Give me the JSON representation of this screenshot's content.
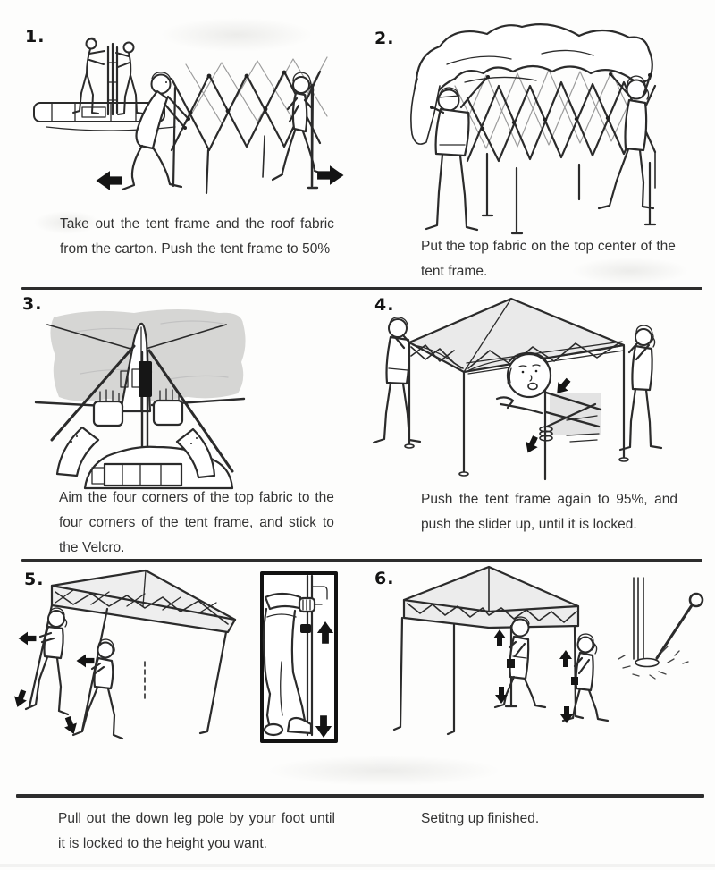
{
  "page": {
    "background": "#fdfdfc",
    "ink_color": "#2b2b2b",
    "divider_color": "#2d2d2d",
    "caption_color": "#333333"
  },
  "steps": [
    {
      "number": "1.",
      "caption_lines": [
        "Take out the tent frame and the roof fabric",
        "from the carton. Push the tent frame to 50%"
      ],
      "illustration": "two-people-pulling-open-folded-scissor-frame-beside-carton"
    },
    {
      "number": "2.",
      "caption_lines": [
        "Put the top fabric on the top center of the",
        "tent frame."
      ],
      "illustration": "two-people-draping-roof-fabric-over-frame"
    },
    {
      "number": "3.",
      "caption_lines": [
        "Aim the four corners of the top fabric to the",
        "four corners of the tent frame, and stick to",
        "the Velcro."
      ],
      "illustration": "hands-aligning-fabric-corner-to-frame-corner-velcro"
    },
    {
      "number": "4.",
      "caption_lines": [
        "Push the tent frame again to 95%, and",
        "push the slider up, until it is locked."
      ],
      "illustration": "people-expanding-frame-and-pushing-slider-lock"
    },
    {
      "number": "5.",
      "caption_lines": [
        "Pull out the down leg pole by your foot until",
        "it is locked to the height you want."
      ],
      "illustration": "extending-telescoping-leg-poles-with-foot-detail-inset"
    },
    {
      "number": "6.",
      "caption_lines": [
        "Setitng up finished."
      ],
      "illustration": "finished-canopy-tent-with-ground-stake"
    }
  ]
}
